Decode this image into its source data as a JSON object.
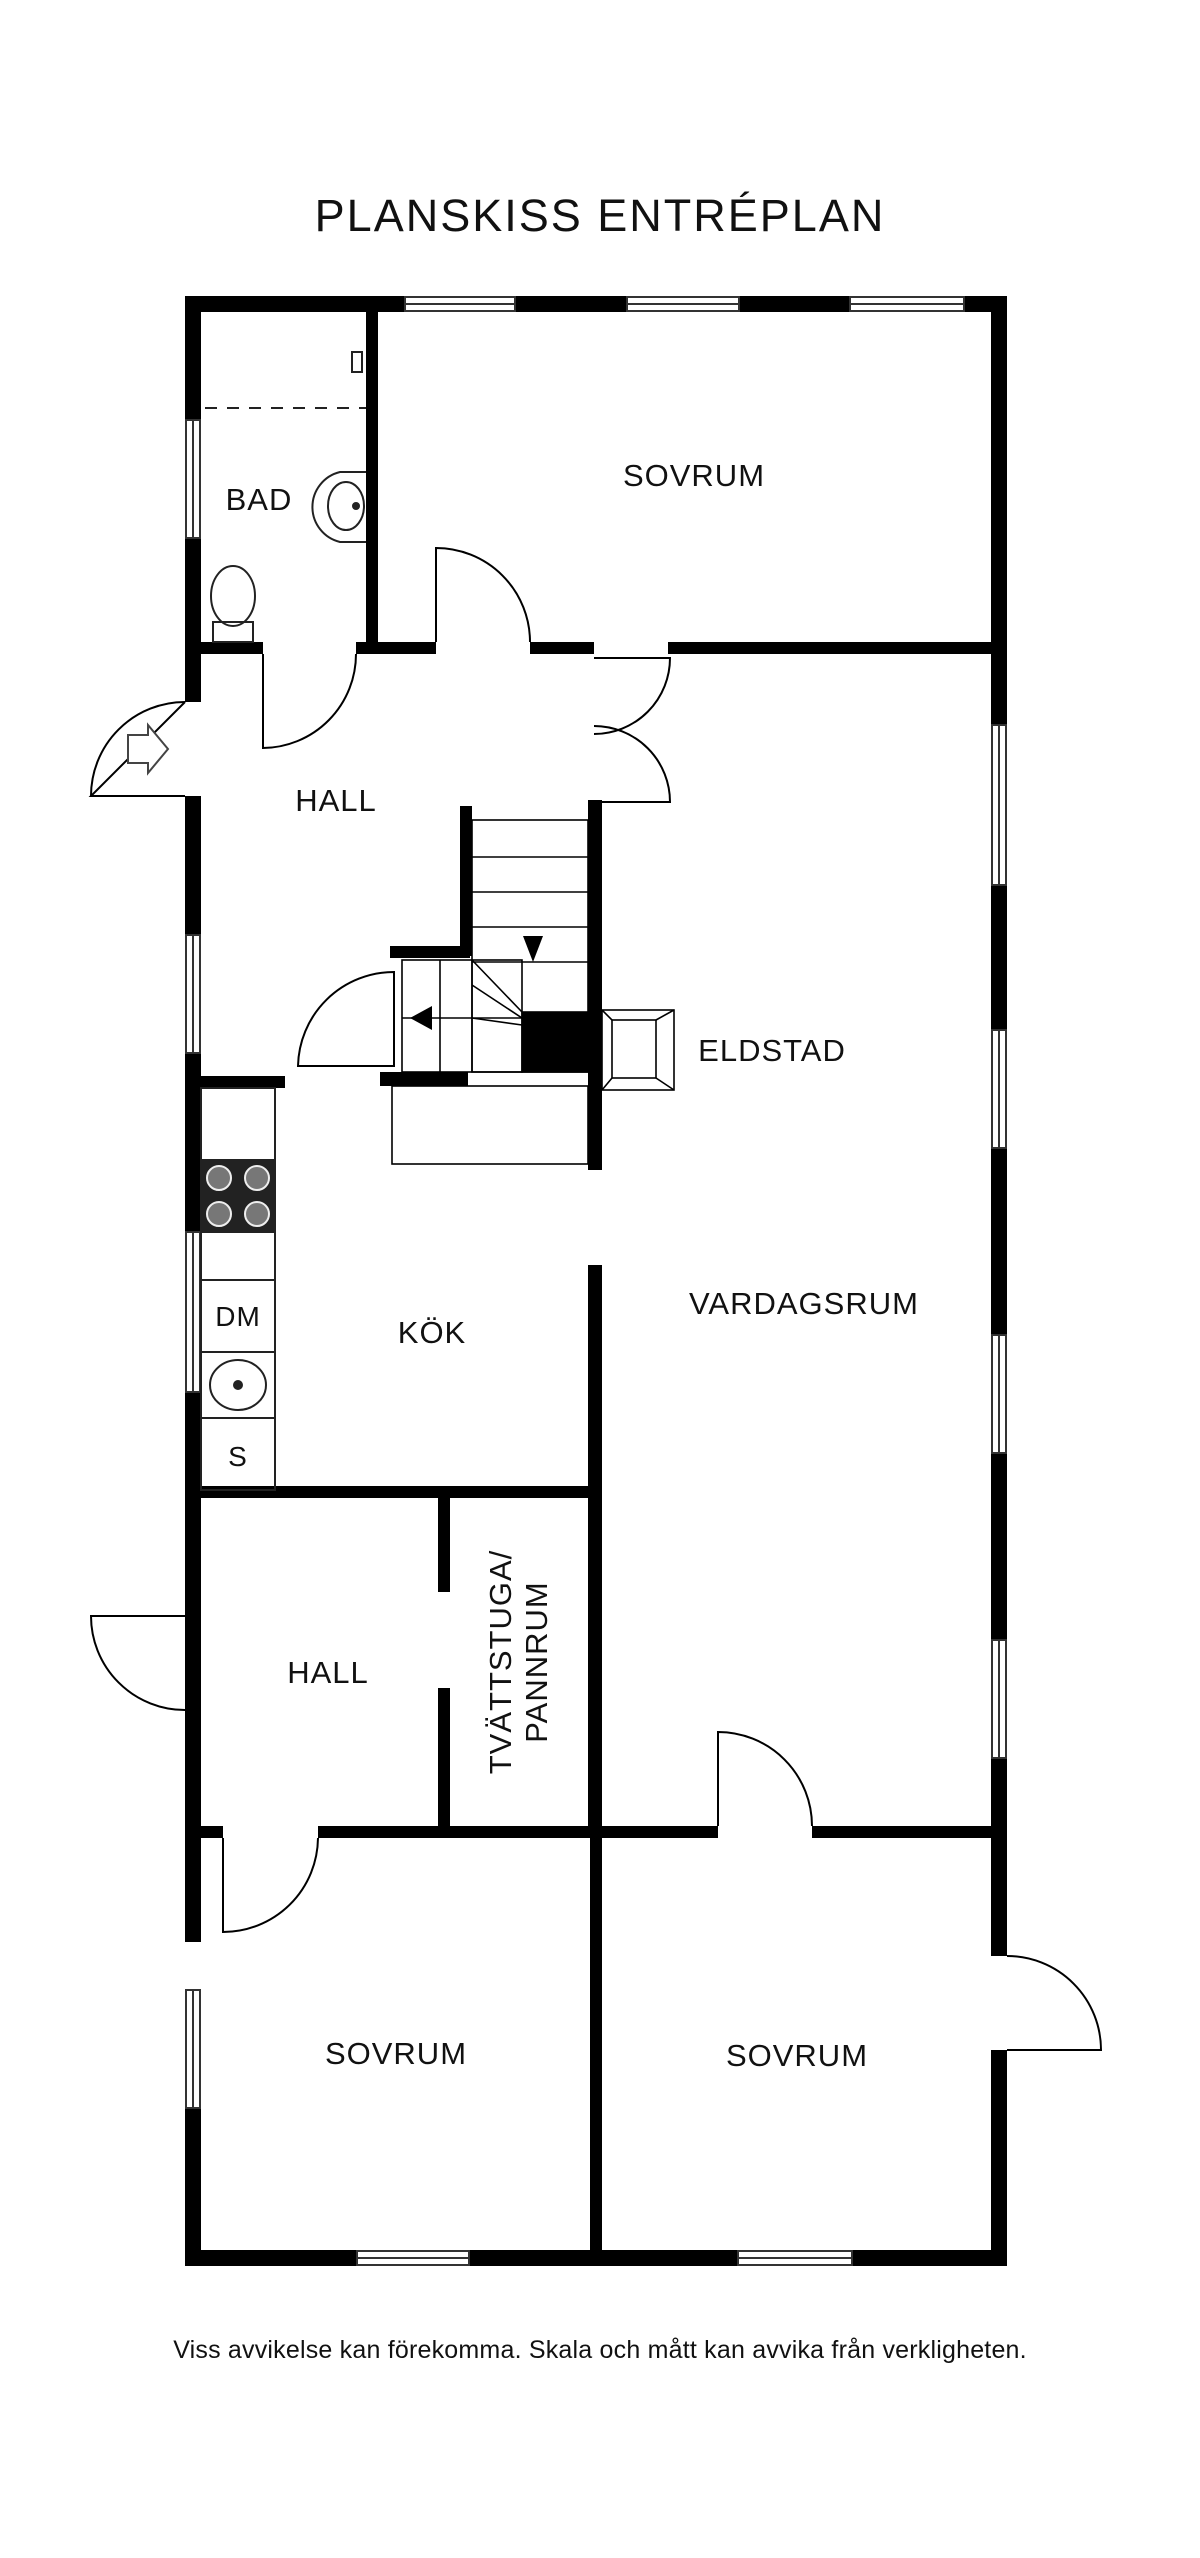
{
  "title": "PLANSKISS ENTRÉPLAN",
  "disclaimer": "Viss avvikelse kan förekomma. Skala och mått kan avvika från verkligheten.",
  "rooms": {
    "bad": "BAD",
    "sovrum_top": "SOVRUM",
    "hall_top": "HALL",
    "eldstad": "ELDSTAD",
    "vardagsrum": "VARDAGSRUM",
    "kok": "KÖK",
    "dm": "DM",
    "s": "S",
    "hall_bottom": "HALL",
    "tvattstuga_line1": "TVÄTTSTUGA/",
    "tvattstuga_line2": "PANNRUM",
    "sovrum_bottom_left": "SOVRUM",
    "sovrum_bottom_right": "SOVRUM"
  }
}
